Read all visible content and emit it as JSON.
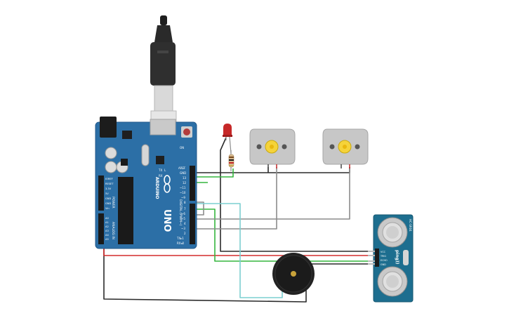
{
  "board": {
    "brand": "ARDUINO",
    "model": "UNO",
    "label_digital": "DIGITAL (PWM~)",
    "label_power": "POWER",
    "label_analog": "ANALOG IN",
    "label_tx": "TX",
    "label_rx": "RX",
    "label_l": "L",
    "label_on": "ON",
    "header_top": [
      "AREF",
      "GND",
      "13",
      "12",
      "~11",
      "~10",
      "~9",
      "8"
    ],
    "header_bottom": [
      "7",
      "~6",
      "~5",
      "4",
      "~3",
      "2",
      "TX▸1",
      "RX◂0"
    ],
    "power_pins": [
      "IOREF",
      "RESET",
      "3.3V",
      "5V",
      "GND",
      "GND",
      "Vin"
    ],
    "analog_pins": [
      "A0",
      "A1",
      "A2",
      "A3",
      "A4",
      "A5"
    ]
  },
  "sensor": {
    "model": "HC-SR04",
    "pins": [
      "VCC",
      "TRIG",
      "ECHO",
      "GND"
    ],
    "brand": "ping))"
  },
  "colors": {
    "board": "#2c6fa6",
    "sensor": "#1d6e8f",
    "wire_black": "#2b2b2b",
    "wire_red": "#d42b2b",
    "wire_green": "#35b53e",
    "wire_gray": "#8c8c8c",
    "wire_teal": "#7ccfd0",
    "led": "#c62828",
    "motor_gear": "#f5d33a"
  },
  "components": {
    "led": "red-led",
    "resistor": "resistor",
    "motor_left": "dc-motor",
    "motor_right": "dc-motor",
    "buzzer": "piezo-buzzer",
    "usb": "usb-cable"
  }
}
